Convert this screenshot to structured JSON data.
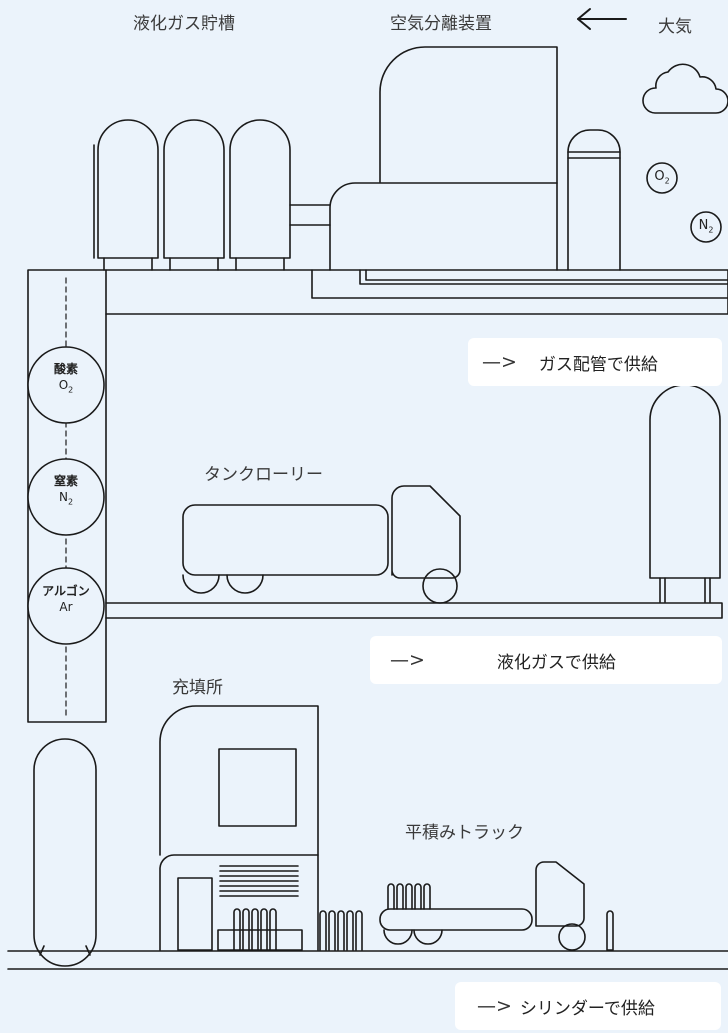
{
  "labels": {
    "liquid_gas_storage": "液化ガス貯槽",
    "air_separation_unit": "空気分離装置",
    "atmosphere": "大気",
    "tank_lorry": "タンクローリー",
    "filling_station": "充填所",
    "flatbed_truck": "平積みトラック"
  },
  "arrow_glyph": "⟵",
  "supply_boxes": {
    "pipeline": {
      "arrow": "—>",
      "text": "ガス配管で供給"
    },
    "liquid": {
      "arrow": "—>",
      "text": "液化ガスで供給"
    },
    "cylinder": {
      "arrow": "—>",
      "text": "シリンダーで供給"
    }
  },
  "air_gases": [
    {
      "symbol": "O",
      "sub": "2"
    },
    {
      "symbol": "N",
      "sub": "2"
    }
  ],
  "products": [
    {
      "name": "酸素",
      "symbol": "O",
      "sub": "2"
    },
    {
      "name": "窒素",
      "symbol": "N",
      "sub": "2"
    },
    {
      "name": "アルゴン",
      "symbol": "Ar",
      "sub": ""
    }
  ],
  "colors": {
    "background": "#ebf3fb",
    "line": "#1a1a1a",
    "box": "#ffffff"
  }
}
